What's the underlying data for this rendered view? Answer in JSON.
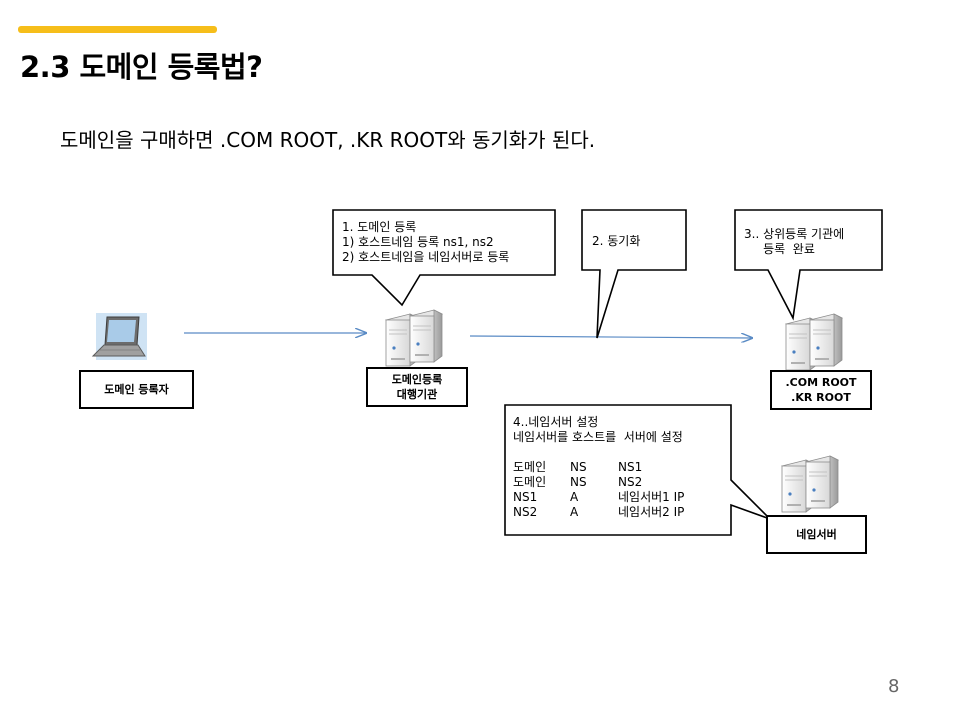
{
  "slide": {
    "title": "2.3 도메인 등록법?",
    "subtitle": "도메인을 구매하면 .COM ROOT, .KR ROOT와 동기화가 된다.",
    "page_number": "8",
    "accent_color": "#f6be1a"
  },
  "diagram": {
    "nodes": {
      "registrant": {
        "label": "도메인 등록자",
        "icon": "laptop-icon"
      },
      "registrar": {
        "label_line1": "도메인등록",
        "label_line2": "대행기관",
        "icon": "server-icon"
      },
      "root": {
        "label_line1": ".COM ROOT",
        "label_line2": ".KR ROOT",
        "icon": "server-icon"
      },
      "nameserver": {
        "label": "네임서버",
        "icon": "server-icon"
      }
    },
    "callouts": {
      "step1": {
        "lines": [
          "1.   도메인 등록",
          "1)   호스트네임 등록 ns1, ns2",
          "2)   호스트네임을 네임서버로 등록"
        ]
      },
      "step2": {
        "text": "2. 동기화"
      },
      "step3": {
        "line1": "3.. 상위등록 기관에",
        "line2": "     등록  완료"
      },
      "step4": {
        "line1": "4..네임서버 설정",
        "line2": "네임서버를 호스트를  서버에 설정",
        "records": [
          [
            "도메인",
            "NS",
            "NS1"
          ],
          [
            "도메인",
            "NS",
            "NS2"
          ],
          [
            "NS1",
            "A",
            "네임서버1 IP"
          ],
          [
            "NS2",
            "A",
            "네임서버2 IP"
          ]
        ]
      }
    }
  }
}
